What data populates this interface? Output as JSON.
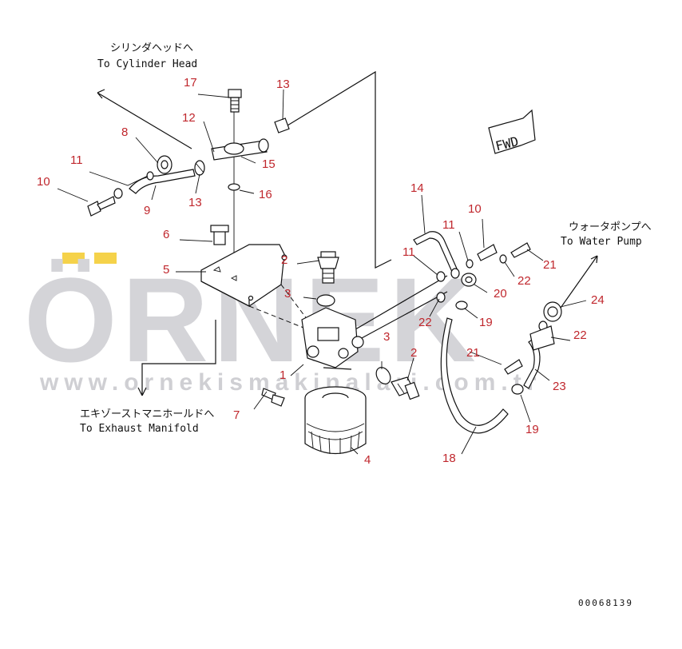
{
  "watermark": {
    "brand": "ÖRNEK",
    "url": "www.ornekismakinalari.com.tr",
    "accent_color": "#f5d24a",
    "brand_color": "#d4d4d8"
  },
  "notes": {
    "cylinder_jp": "シリンダヘッドへ",
    "cylinder_en": "To Cylinder Head",
    "water_jp": "ウォータポンプへ",
    "water_en": "To Water Pump",
    "exhaust_jp": "エキゾーストマニホールドへ",
    "exhaust_en": "To Exhaust Manifold"
  },
  "fwd_label": "FWD",
  "document_number": "00068139",
  "callouts": {
    "c1": "1",
    "c2a": "2",
    "c2b": "2",
    "c3a": "3",
    "c3b": "3",
    "c4": "4",
    "c5": "5",
    "c6": "6",
    "c7": "7",
    "c8": "8",
    "c9": "9",
    "c10a": "10",
    "c10b": "10",
    "c11a": "11",
    "c11b": "11",
    "c11c": "11",
    "c12": "12",
    "c13a": "13",
    "c13b": "13",
    "c14": "14",
    "c15": "15",
    "c16": "16",
    "c17": "17",
    "c18": "18",
    "c19a": "19",
    "c19b": "19",
    "c20": "20",
    "c21a": "21",
    "c21b": "21",
    "c22a": "22",
    "c22b": "22",
    "c22c": "22",
    "c23": "23",
    "c24": "24"
  },
  "colors": {
    "callout": "#c0272d",
    "line": "#111111"
  }
}
